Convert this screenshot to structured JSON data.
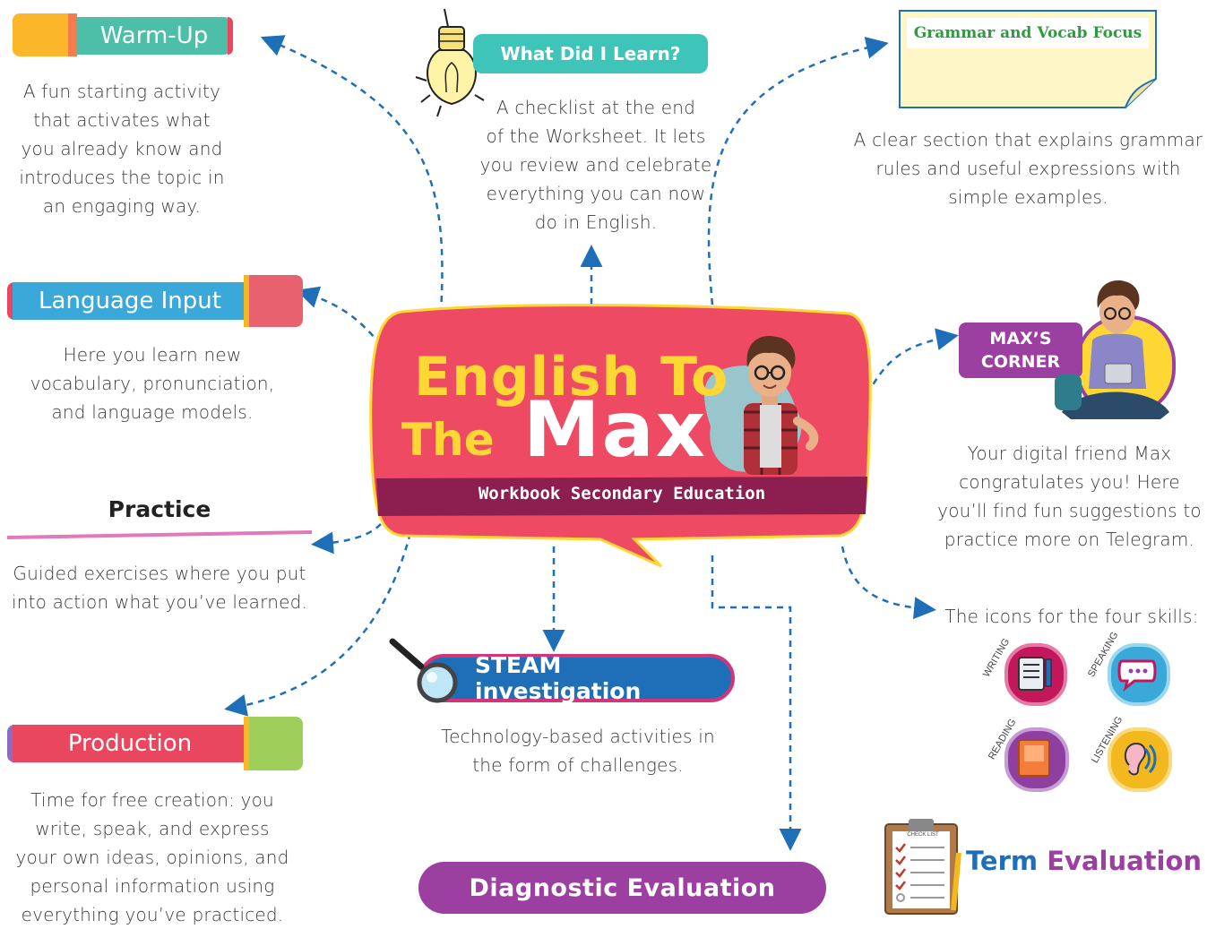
{
  "center": {
    "title_line1": "English To",
    "title_the": "The",
    "title_max": "Max",
    "subtitle": "Workbook Secondary Education"
  },
  "warmup": {
    "label": "Warm-Up",
    "desc": [
      "A fun starting activity",
      "that activates what",
      "you already know and",
      "introduces the topic in",
      "an engaging way."
    ]
  },
  "language_input": {
    "label": "Language Input",
    "desc": [
      "Here you learn new",
      "vocabulary, pronunciation,",
      "and language models."
    ]
  },
  "practice": {
    "label": "Practice",
    "desc": [
      "Guided exercises where you put",
      "into action what you’ve learned."
    ]
  },
  "production": {
    "label": "Production",
    "desc": [
      "Time for free creation: you",
      "write, speak, and express",
      "your own ideas, opinions, and",
      "personal information using",
      "everything you’ve practiced."
    ]
  },
  "what_did_i_learn": {
    "label": "What Did I Learn?",
    "desc": [
      "A checklist at the end",
      "of the Worksheet. It lets",
      "you review and celebrate",
      "everything you can now",
      "do in English."
    ]
  },
  "grammar": {
    "label": "Grammar and Vocab Focus",
    "desc": [
      "A clear section that explains grammar",
      "rules and useful expressions with",
      "simple examples."
    ]
  },
  "max_corner": {
    "label_line1": "MAX’S",
    "label_line2": "CORNER",
    "desc": [
      "Your digital friend Max",
      "congratulates you! Here",
      "you’ll find fun suggestions to",
      "practice more on Telegram."
    ]
  },
  "skills": {
    "title": "The icons for the four skills:",
    "items": [
      {
        "label": "WRITING",
        "icon": "writing-icon",
        "color": "#c2185b"
      },
      {
        "label": "SPEAKING",
        "icon": "speaking-icon",
        "color": "#3aa8d8"
      },
      {
        "label": "READING",
        "icon": "reading-icon",
        "color": "#8e3fa0"
      },
      {
        "label": "LISTENING",
        "icon": "listening-icon",
        "color": "#f2b81e"
      }
    ]
  },
  "steam": {
    "label": "STEAM investigation",
    "desc": [
      "Technology-based activities in",
      "the form of challenges."
    ]
  },
  "diagnostic": {
    "label": "Diagnostic Evaluation"
  },
  "term": {
    "label_term": "Term",
    "label_eval": "Evaluation",
    "clipboard_text": "CHECK LIST"
  },
  "colors": {
    "arrow": "#1f6fb8",
    "teal": "#4dbfa8",
    "red": "#e8475f",
    "purple": "#9b3fa0",
    "bubble": "#ee4a63",
    "yellow": "#fdd835"
  }
}
